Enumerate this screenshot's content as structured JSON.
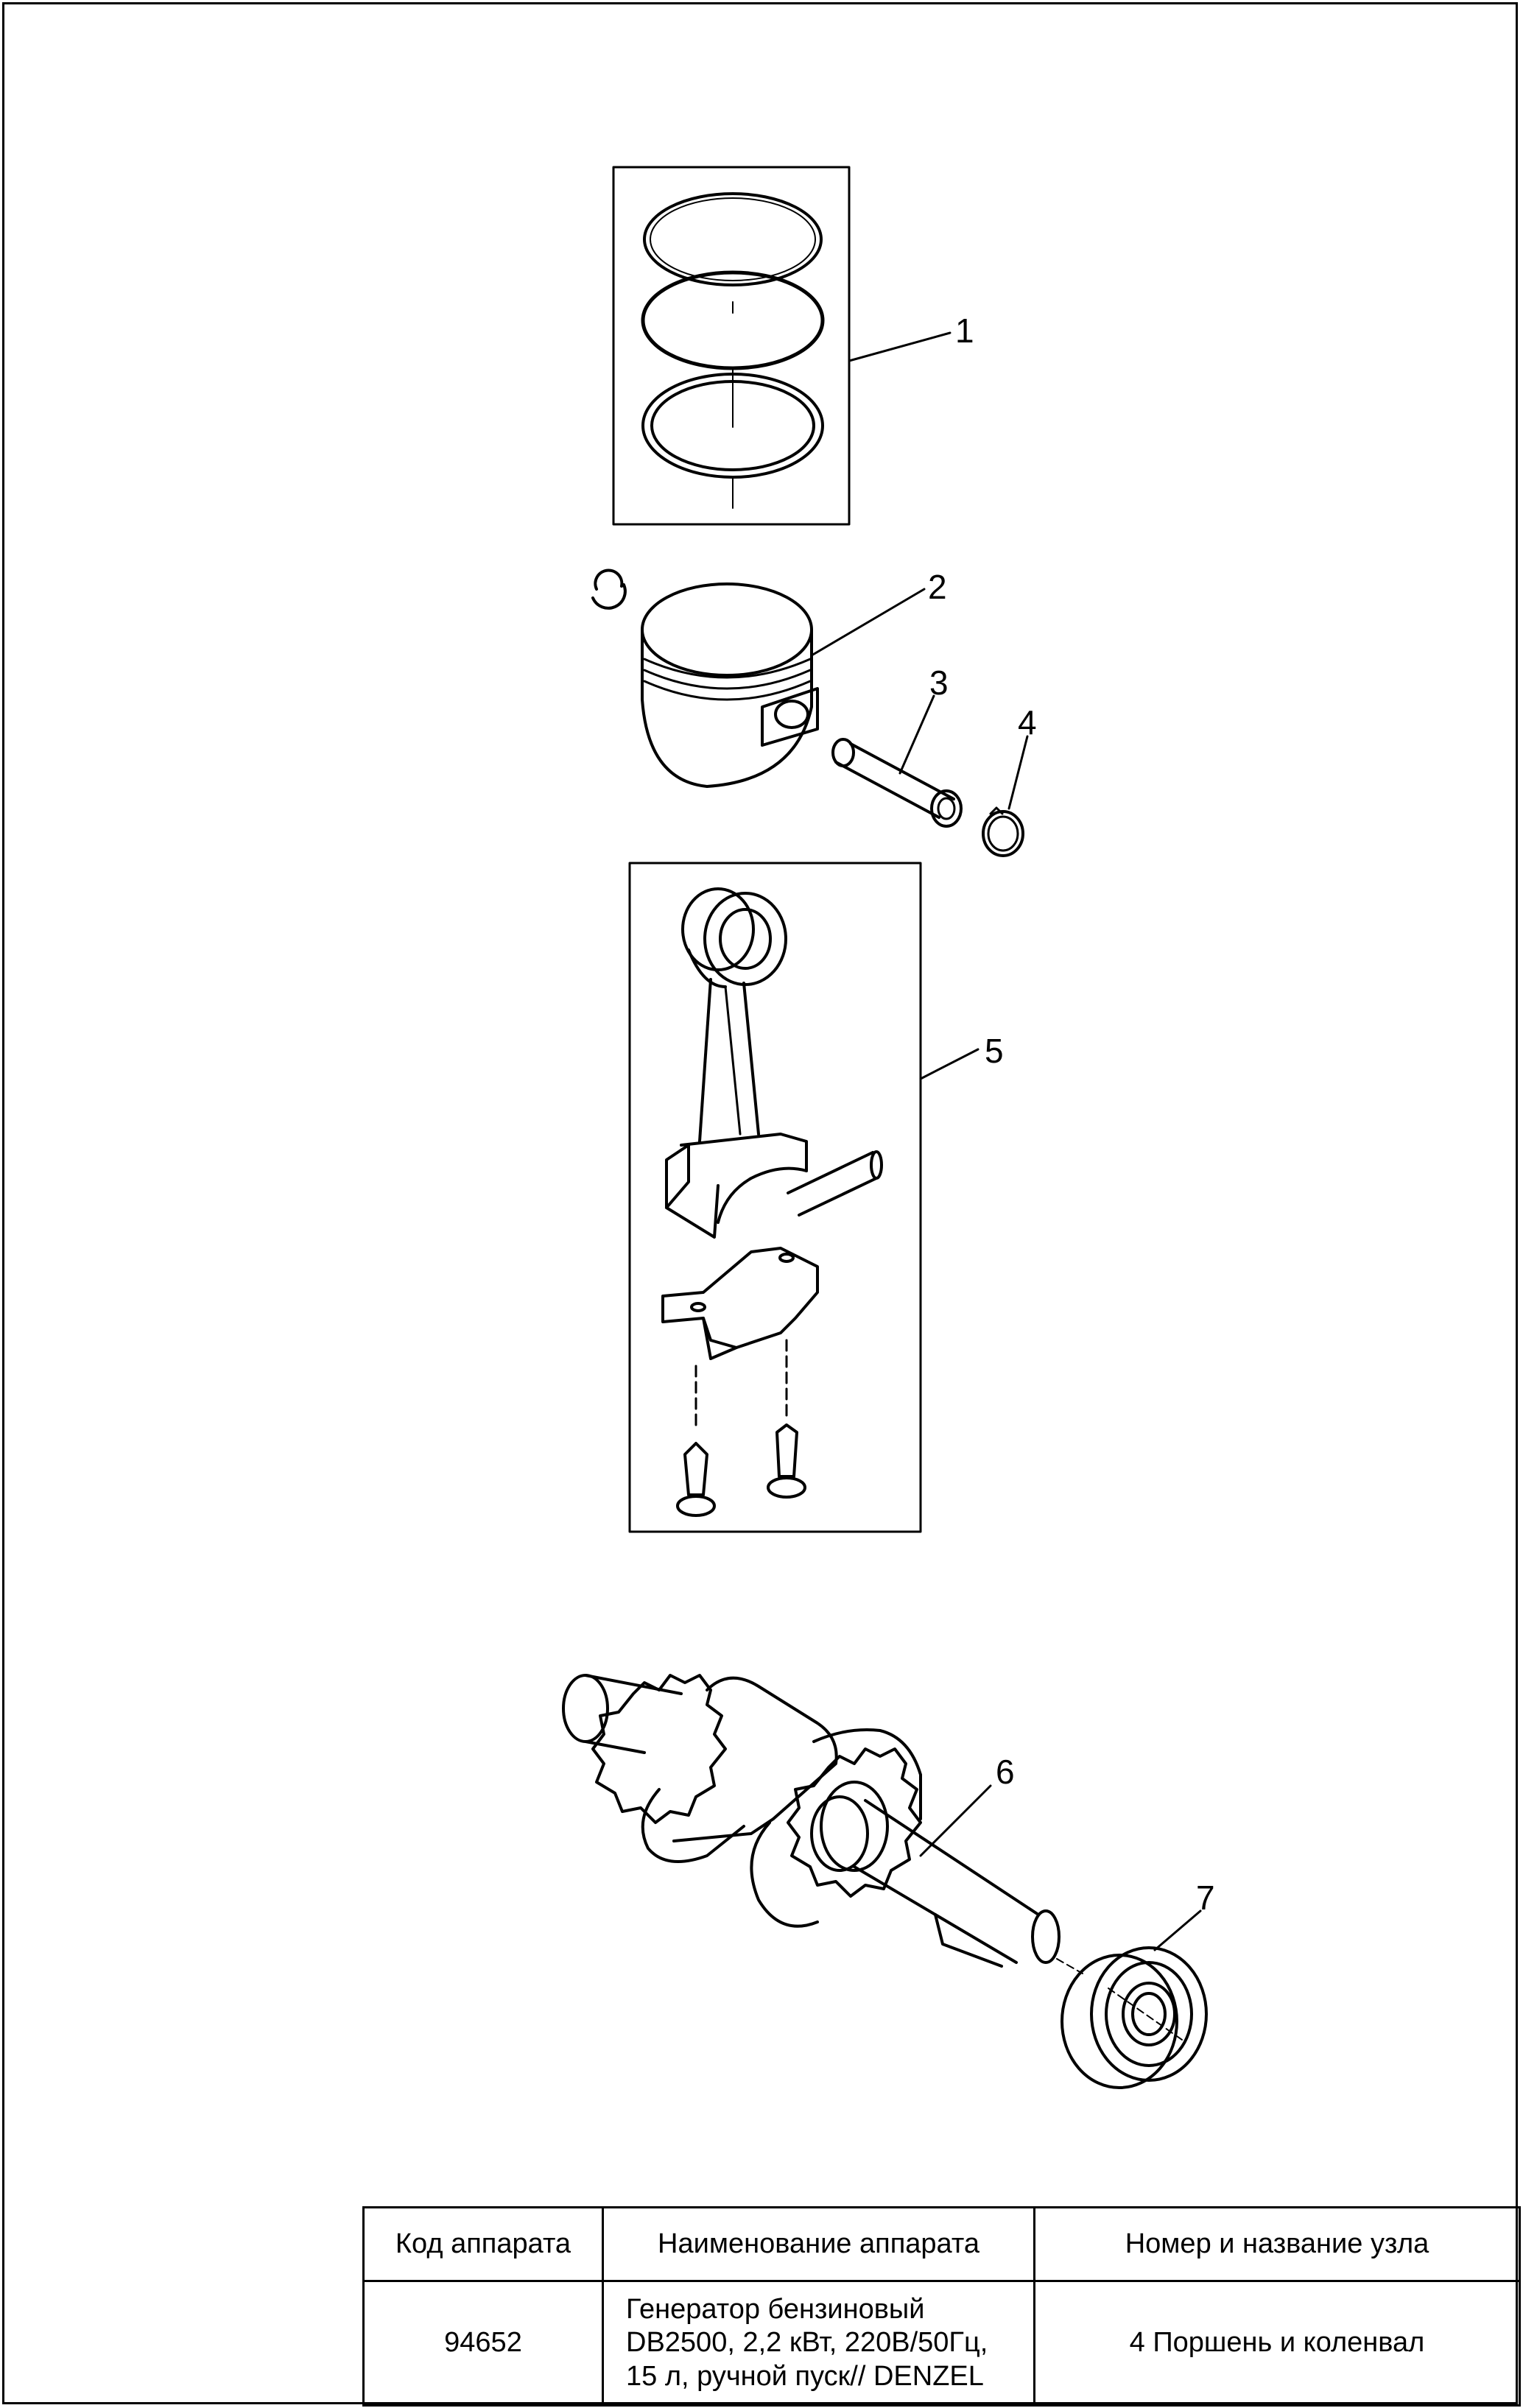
{
  "callouts": [
    "1",
    "2",
    "3",
    "4",
    "5",
    "6",
    "7"
  ],
  "table": {
    "headers": [
      "Код аппарата",
      "Наименование аппарата",
      "Номер и название узла"
    ],
    "row": {
      "code": "94652",
      "name_lines": [
        "Генератор бензиновый",
        "DB2500, 2,2 кВт, 220В/50Гц,",
        "15 л, ручной пуск// DENZEL"
      ],
      "node": "4 Поршень и коленвал"
    }
  }
}
